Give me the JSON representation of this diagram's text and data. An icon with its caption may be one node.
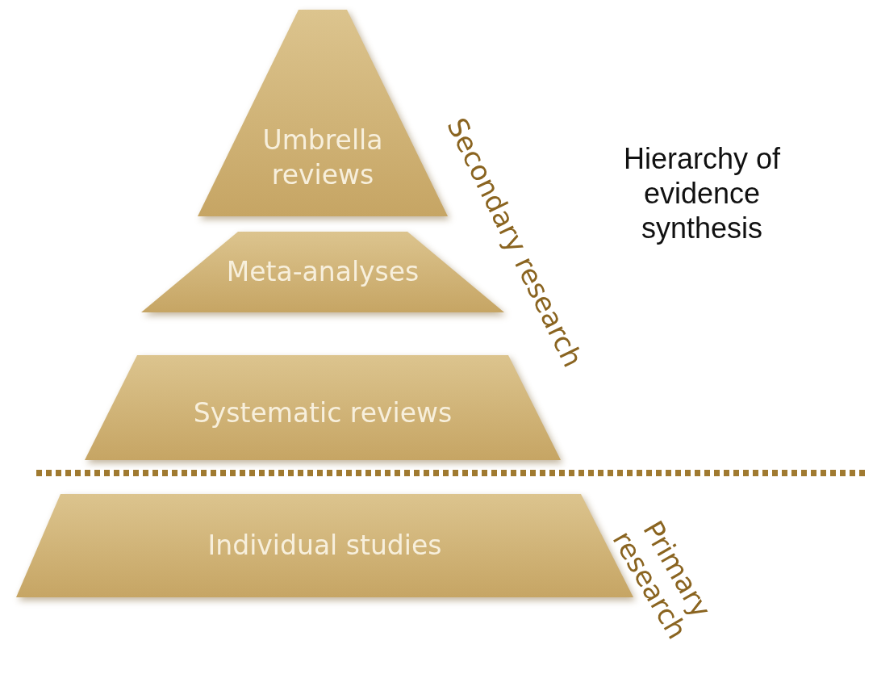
{
  "diagram": {
    "nodes": [
      {
        "text": [
          "Umbrella reviews"
        ]
      },
      {
        "text": [
          "Meta-analyses"
        ]
      },
      {
        "text": [
          "Systematic reviews"
        ]
      },
      {
        "text": [
          "Individual studies"
        ]
      }
    ],
    "labels": [
      "Secondary research",
      "Hierarchy of evidence synthesis",
      "Primary research"
    ]
  }
}
